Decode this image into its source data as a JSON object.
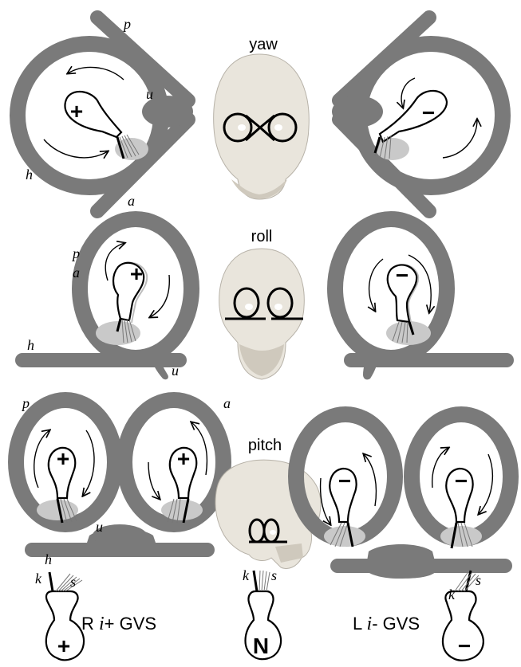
{
  "panels": {
    "yaw": {
      "title": "yaw"
    },
    "roll": {
      "title": "roll"
    },
    "pitch": {
      "title": "pitch"
    }
  },
  "canal_labels": {
    "p": "p",
    "a": "a",
    "h": "h",
    "u": "u"
  },
  "signs": {
    "plus": "+",
    "minus": "−",
    "neutral": "N"
  },
  "legend": {
    "k": "k",
    "s": "s",
    "right_prefix": "R ",
    "right_i": "i",
    "right_suffix": "+ GVS",
    "left_prefix": "L ",
    "left_i": "i",
    "left_suffix": "- GVS"
  },
  "colors": {
    "canal": "#7a7a7a",
    "macula": "#c9c9c9",
    "skull": "#e9e5dc",
    "outline": "#000000"
  }
}
